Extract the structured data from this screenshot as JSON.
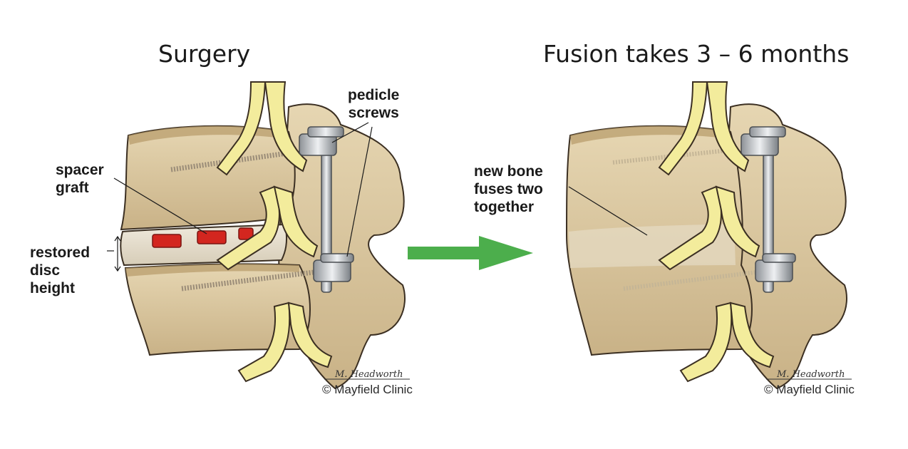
{
  "left_panel": {
    "title": "Surgery",
    "labels": {
      "pedicle_screws": [
        "pedicle",
        "screws"
      ],
      "spacer_graft": [
        "spacer",
        "graft"
      ],
      "restored_disc_height": [
        "restored",
        "disc",
        "height"
      ]
    },
    "credit": "© Mayfield Clinic",
    "signature": "M. Headworth"
  },
  "right_panel": {
    "title": "Fusion takes 3 – 6 months",
    "labels": {
      "new_bone": [
        "new bone",
        "fuses two",
        "together"
      ]
    },
    "credit": "© Mayfield Clinic",
    "signature": "M. Headworth"
  },
  "colors": {
    "bone": "#d9c7a0",
    "bone_dark": "#a8916a",
    "bone_outline": "#3b2f22",
    "nerve": "#f3ec9c",
    "metal": "#c5c8cc",
    "graft": "#d3261f",
    "arrow": "#4cae4c"
  }
}
